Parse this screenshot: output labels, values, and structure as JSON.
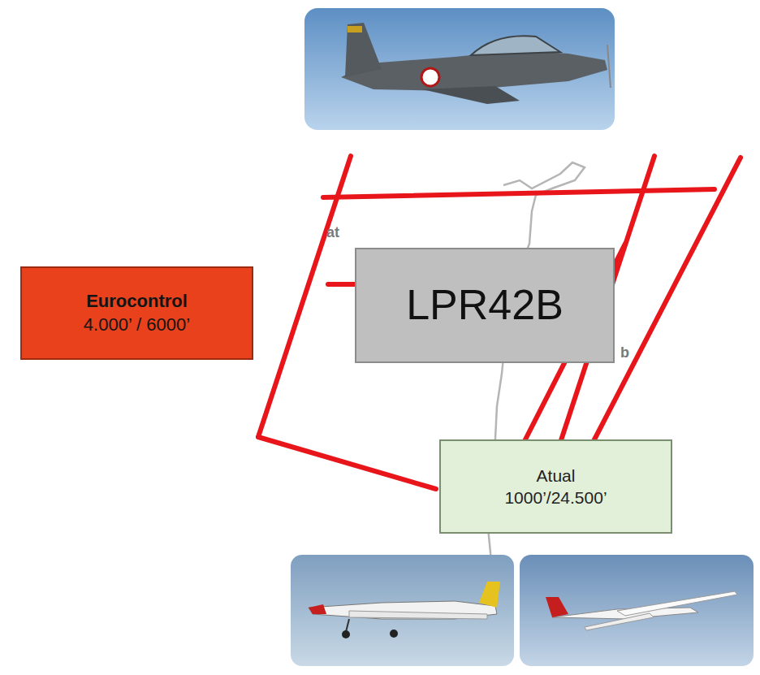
{
  "diagram": {
    "nodes": [
      {
        "text": [
          "LPR42B"
        ]
      },
      {
        "text": [
          "Eurocontrol",
          "4.000’ / 6000’"
        ]
      },
      {
        "text": [
          "Atual",
          "1000’/24.500’"
        ]
      }
    ],
    "labels": [
      "at",
      "b"
    ]
  }
}
